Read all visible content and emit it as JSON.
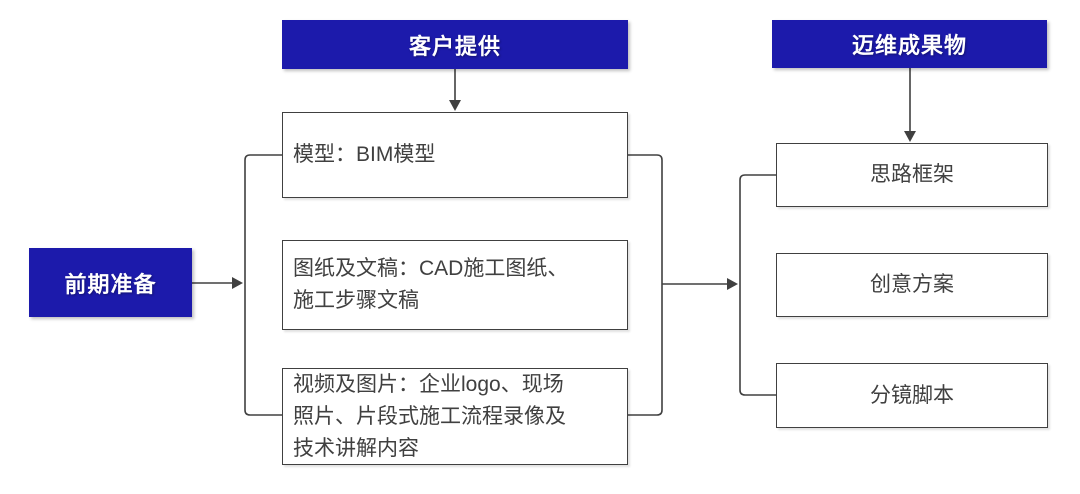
{
  "palette": {
    "accent_blue": "#1C1AAB",
    "line": "#404040",
    "text_dark": "#404040",
    "background": "#FFFFFF"
  },
  "stage_label": {
    "text": "前期准备"
  },
  "client_column": {
    "header": "客户提供",
    "items": [
      {
        "text": "模型：BIM模型"
      },
      {
        "text": "图纸及文稿：CAD施工图纸、\n施工步骤文稿"
      },
      {
        "text": "视频及图片：企业logo、现场\n照片、片段式施工流程录像及\n技术讲解内容"
      }
    ]
  },
  "deliverables_column": {
    "header": "迈维成果物",
    "items": [
      {
        "text": "思路框架"
      },
      {
        "text": "创意方案"
      },
      {
        "text": "分镜脚本"
      }
    ]
  }
}
